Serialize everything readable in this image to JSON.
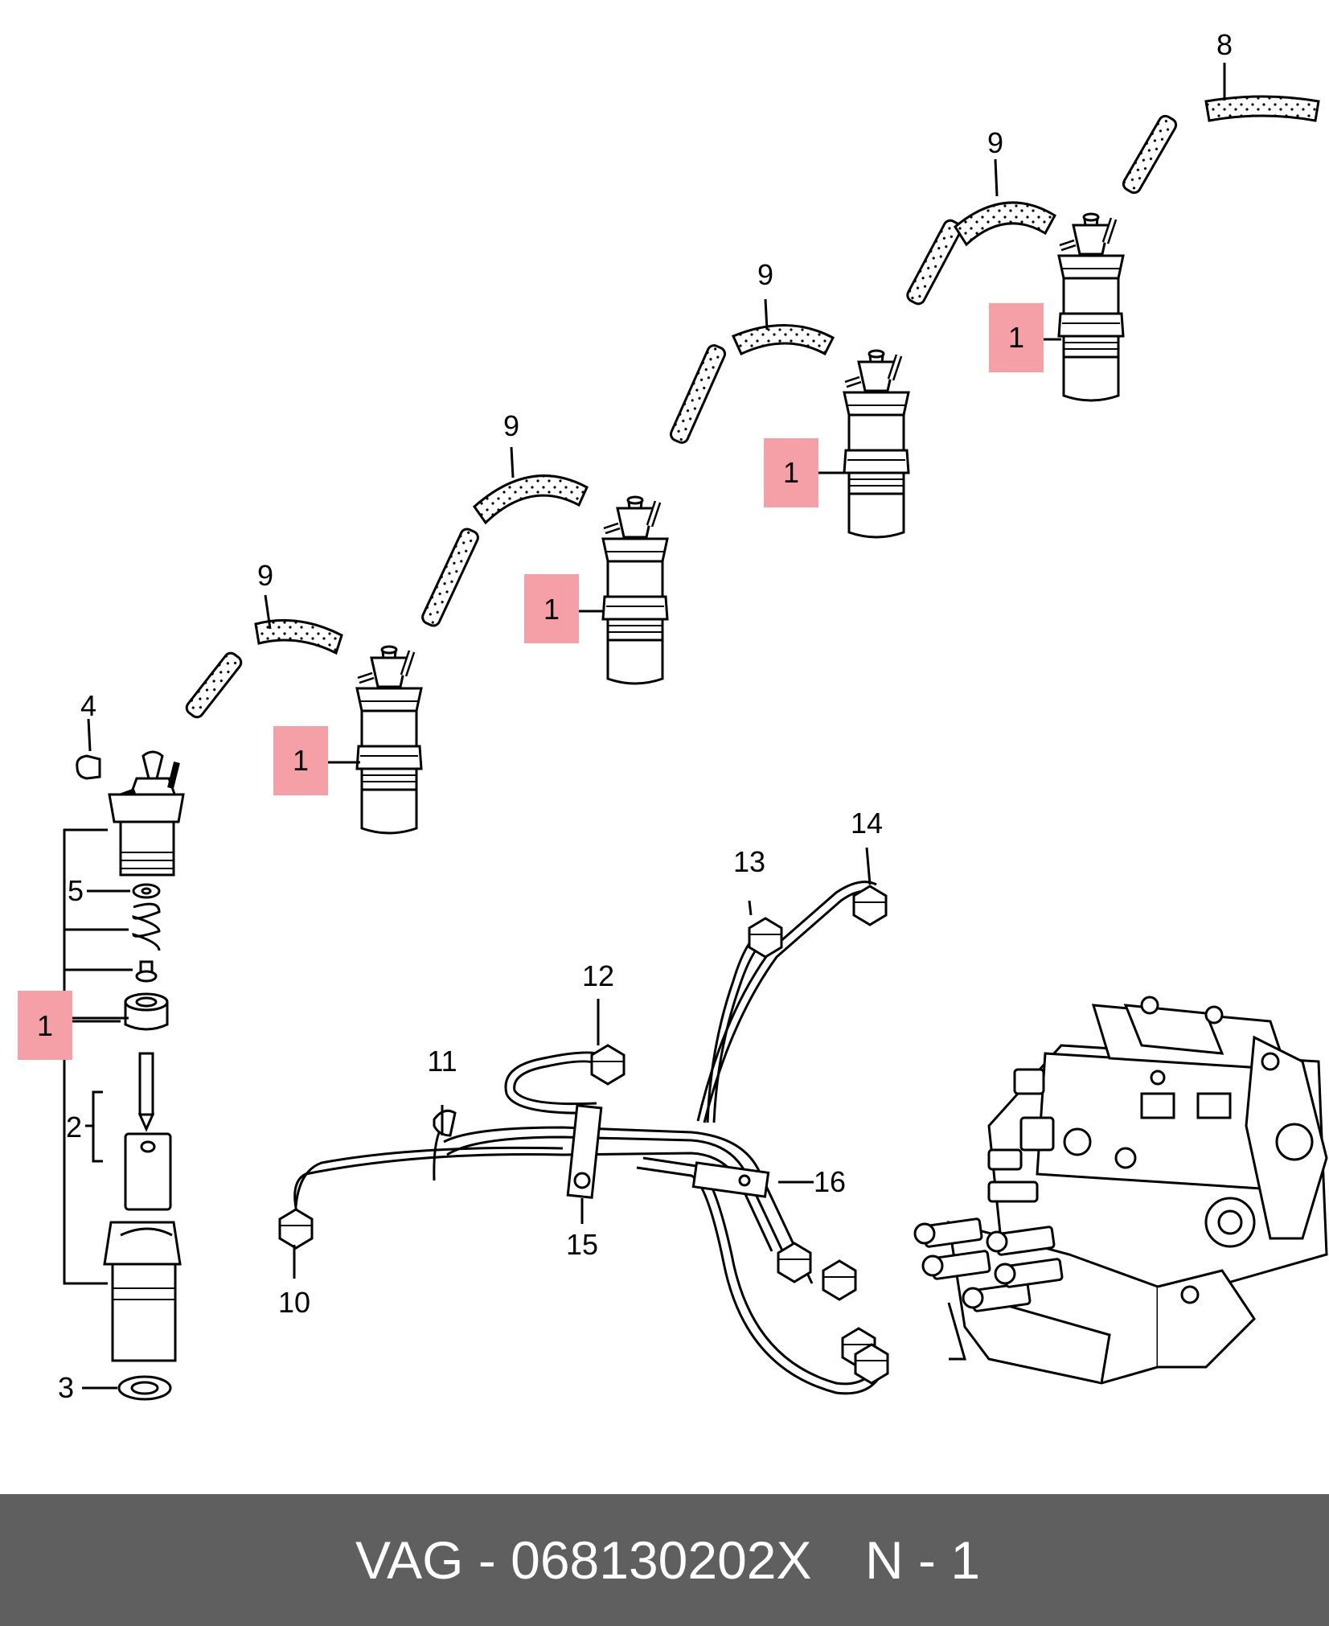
{
  "diagram": {
    "callouts": {
      "injector_assembly": "1",
      "nozzle_kit": "2",
      "seal_washer": "3",
      "cap": "4",
      "shim": "5",
      "leak_hose_end": "8",
      "leak_hose": "9",
      "pipe_cyl_1": "10",
      "pipe_cyl_2": "11",
      "pipe_cyl_3": "12",
      "pipe_cyl_4": "13",
      "pipe_cyl_5": "14",
      "pipe_clamp": "15",
      "pipe_bracket": "16"
    },
    "highlight_color": "#f4a0a6",
    "line_color": "#000000"
  },
  "footer": {
    "brand_part": "VAG - 068130202X",
    "position": "N - 1",
    "background": "#5f5f5f",
    "text_color": "#ffffff"
  }
}
